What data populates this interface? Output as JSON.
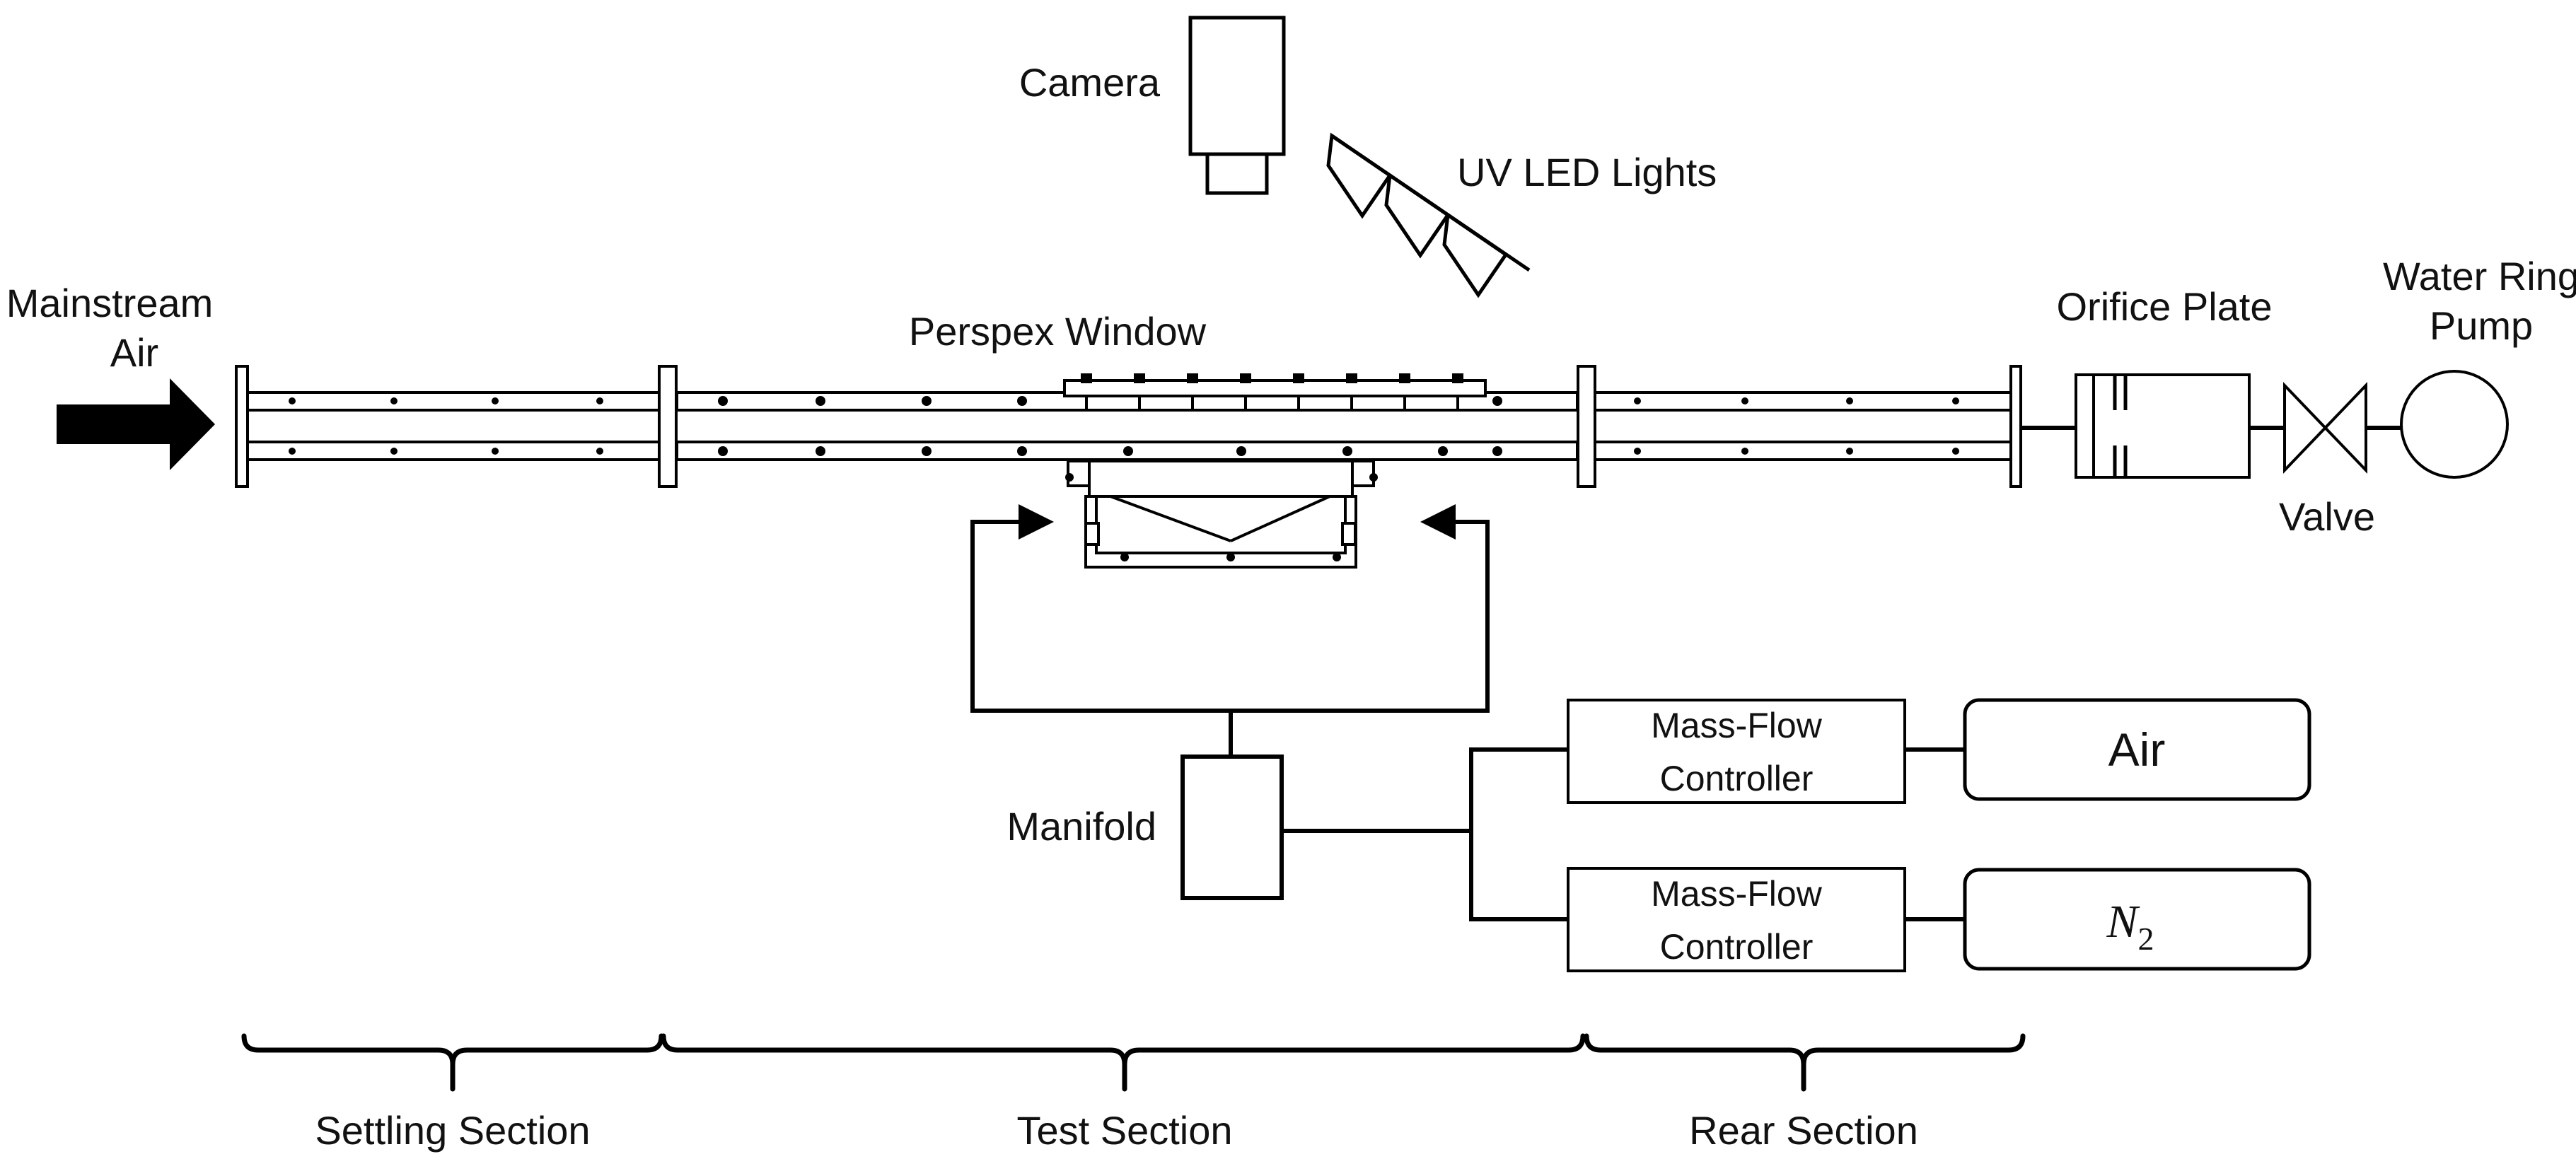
{
  "labels": {
    "camera": "Camera",
    "uv_led_lights": "UV LED Lights",
    "mainstream_air_line1": "Mainstream",
    "mainstream_air_line2": "Air",
    "perspex_window": "Perspex Window",
    "orifice_plate": "Orifice Plate",
    "water_ring_pump_line1": "Water Ring",
    "water_ring_pump_line2": "Pump",
    "valve": "Valve",
    "manifold": "Manifold",
    "mfc_line1": "Mass-Flow",
    "mfc_line2": "Controller",
    "air_supply": "Air",
    "n2_base": "N",
    "n2_subscript": "2"
  },
  "sections": {
    "settling": "Settling Section",
    "test": "Test Section",
    "rear": "Rear Section"
  }
}
